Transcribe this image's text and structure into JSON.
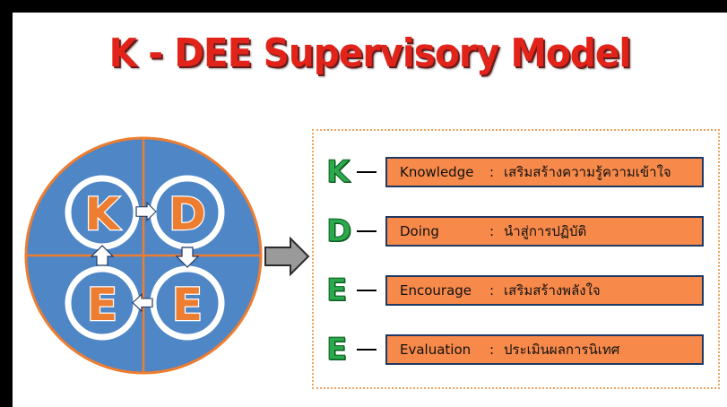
{
  "title": "K - DEE Supervisory Model",
  "colors": {
    "title": "#e2231a",
    "circle_fill": "#4f86c6",
    "circle_border": "#ed7d31",
    "ring_letter": "#ed7d31",
    "legend_letter": "#2aaa4a",
    "bar_fill": "#f7894a",
    "bar_border": "#1f3864"
  },
  "cycle": {
    "quadrants": [
      {
        "letter": "K"
      },
      {
        "letter": "D"
      },
      {
        "letter": "E"
      },
      {
        "letter": "E"
      }
    ],
    "arrows": [
      "right-arrow",
      "down-arrow",
      "left-arrow",
      "up-arrow"
    ],
    "connector": "block-right-arrow"
  },
  "legend": [
    {
      "letter": "K",
      "term": "Knowledge",
      "colon": ":",
      "meaning": "เสริมสร้างความรู้ความเข้าใจ"
    },
    {
      "letter": "D",
      "term": "Doing",
      "colon": ":",
      "meaning": "นำสู่การปฏิบัติ"
    },
    {
      "letter": "E",
      "term": "Encourage",
      "colon": ":",
      "meaning": "เสริมสร้างพลังใจ"
    },
    {
      "letter": "E",
      "term": "Evaluation",
      "colon": ":",
      "meaning": "ประเมินผลการนิเทศ"
    }
  ]
}
